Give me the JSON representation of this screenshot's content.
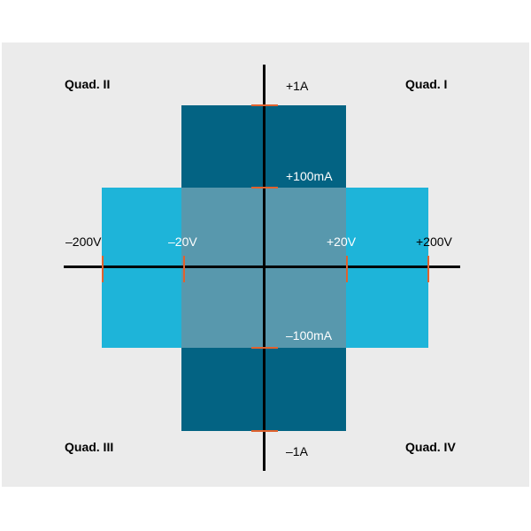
{
  "colors": {
    "high_current_region": "#036383",
    "high_voltage_region": "#1eb4d9",
    "overlap_region": "#5898ad",
    "tick": "#e0622e",
    "background": "#ebebeb"
  },
  "quadrants": {
    "q1": "Quad. I",
    "q2": "Quad. II",
    "q3": "Quad. III",
    "q4": "Quad. IV"
  },
  "current_labels": {
    "pos_1a": "+1A",
    "pos_100ma": "+100mA",
    "neg_100ma": "–100mA",
    "neg_1a": "–1A"
  },
  "voltage_labels": {
    "neg_200v": "–200V",
    "neg_20v": "–20V",
    "pos_20v": "+20V",
    "pos_200v": "+200V"
  }
}
